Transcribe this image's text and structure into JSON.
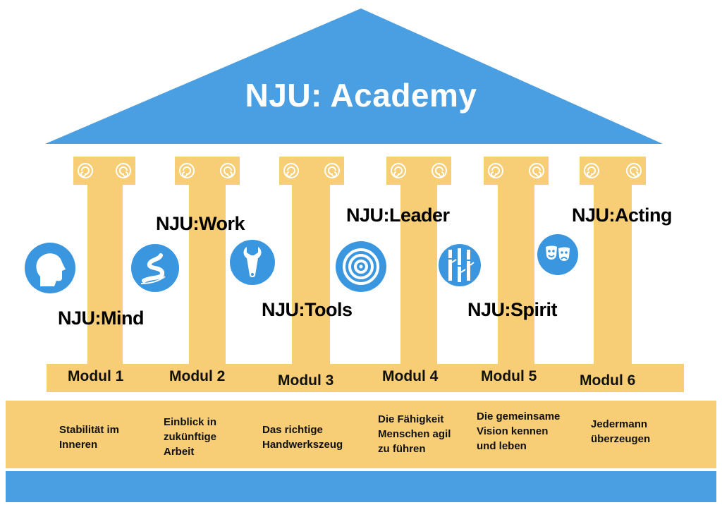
{
  "title": "NJU:  Academy",
  "colors": {
    "roof": "#4A9FE3",
    "pillar": "#F7CD75",
    "icon": "#3A97DF",
    "text": "#000000"
  },
  "modules": [
    {
      "label": "Modul 1",
      "name": "NJU:Mind",
      "description": [
        "Stabilität im",
        "Inneren"
      ],
      "icon": "head-icon"
    },
    {
      "label": "Modul 2",
      "name": "NJU:Work",
      "description": [
        "Einblick in",
        "zukünftige",
        "Arbeit"
      ],
      "icon": "path-icon"
    },
    {
      "label": "Modul 3",
      "name": "NJU:Tools",
      "description": [
        "Das richtige",
        "Handwerkszeug"
      ],
      "icon": "wrench-icon"
    },
    {
      "label": "Modul 4",
      "name": "NJU:Leader",
      "description": [
        "Die Fähigkeit",
        "Menschen agil",
        "zu führen"
      ],
      "icon": "target-icon"
    },
    {
      "label": "Modul 5",
      "name": "NJU:Spirit",
      "description": [
        "Die gemeinsame",
        "Vision kennen",
        "und leben"
      ],
      "icon": "bamboo-icon"
    },
    {
      "label": "Modul 6",
      "name": "NJU:Acting",
      "description": [
        "Jedermann",
        "überzeugen"
      ],
      "icon": "theater-masks-icon"
    }
  ]
}
